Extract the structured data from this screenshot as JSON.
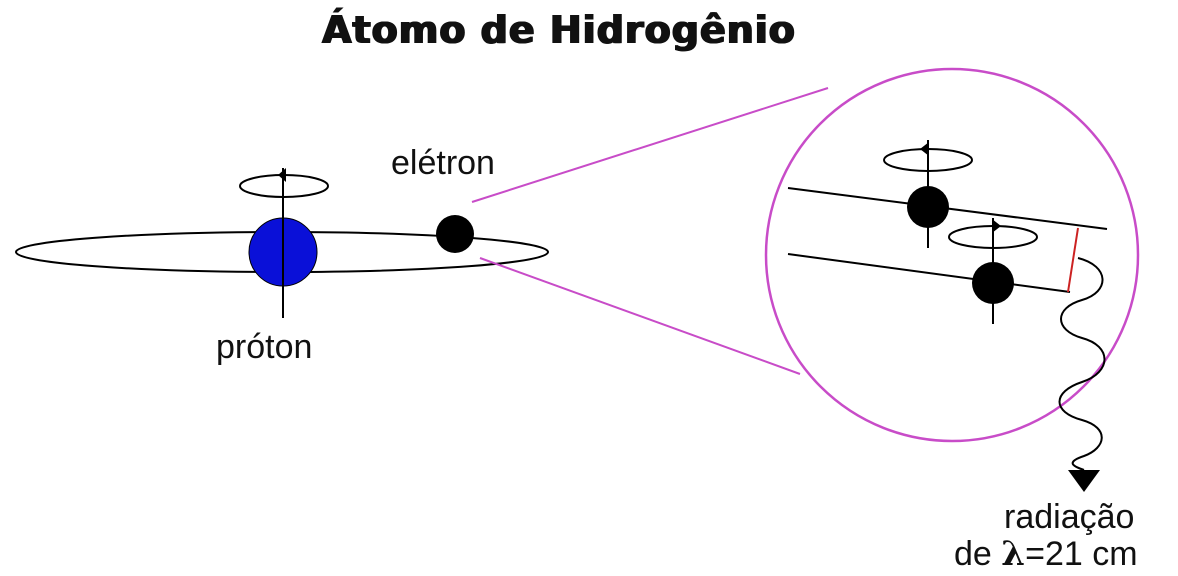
{
  "title": "Átomo de Hidrogênio",
  "labels": {
    "proton": "próton",
    "electron": "elétron",
    "radiation_line1": "radiação",
    "radiation_line2_prefix": "de ",
    "radiation_lambda": "λ",
    "radiation_line2_suffix": "=21 cm"
  },
  "colors": {
    "proton": "#0a10d8",
    "particle": "#000000",
    "zoom": "#c84cc8",
    "energy_gap": "#cc2222"
  }
}
